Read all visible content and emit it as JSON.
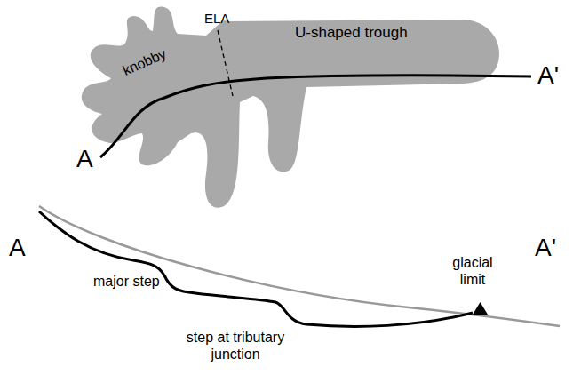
{
  "diagram": {
    "labels": [
      "ELA",
      "U-shaped trough",
      "knobby",
      "A",
      "A'",
      "A",
      "A'",
      "major step",
      "step at tributary junction",
      "glacial limit"
    ]
  }
}
